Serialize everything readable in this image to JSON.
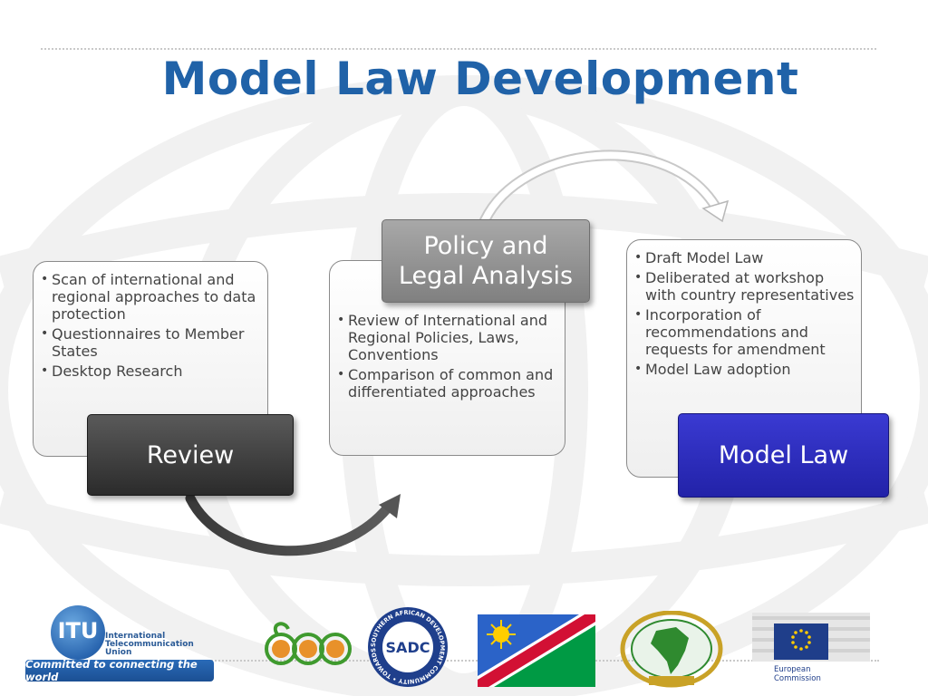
{
  "title": "Model Law Development",
  "stages": [
    {
      "label": "Review",
      "color": "#3a3a3a",
      "bullets": [
        "Scan of international and regional approaches to data protection",
        "Questionnaires to Member States",
        "Desktop Research"
      ]
    },
    {
      "label_lines": [
        "Policy and",
        "Legal Analysis"
      ],
      "color": "#909090",
      "bullets": [
        "Review of International and Regional Policies, Laws, Conventions",
        "Comparison of common and differentiated approaches"
      ]
    },
    {
      "label": "Model Law",
      "color": "#2a2ab8",
      "bullets": [
        "Draft Model Law",
        "Deliberated at workshop with country representatives",
        "Incorporation of recommendations and requests for amendment",
        "Model Law adoption"
      ]
    }
  ],
  "logos": {
    "itu": {
      "letters": "ITU",
      "name_lines": [
        "International",
        "Telecommunication",
        "Union"
      ],
      "slogan": "Committed to connecting the world"
    },
    "sadc": {
      "letters": "SADC",
      "ring_text": "SOUTHERN AFRICAN DEVELOPMENT COMMUNITY • TOWARDS A COMMON FUTURE •"
    },
    "eu": {
      "label_lines": [
        "European",
        "Commission"
      ]
    }
  },
  "colors": {
    "title": "#2062a8",
    "eu_blue": "#1f3e8a",
    "namibia_blue": "#2b63c8",
    "namibia_red": "#d21034",
    "namibia_green": "#009a44",
    "au_green": "#2f8a2f",
    "au_gold": "#c9a227"
  },
  "icons": [
    "itu-globe-icon",
    "acp-logo-icon",
    "sadc-emblem-icon",
    "namibia-flag-icon",
    "african-union-emblem-icon",
    "european-commission-logo-icon"
  ]
}
